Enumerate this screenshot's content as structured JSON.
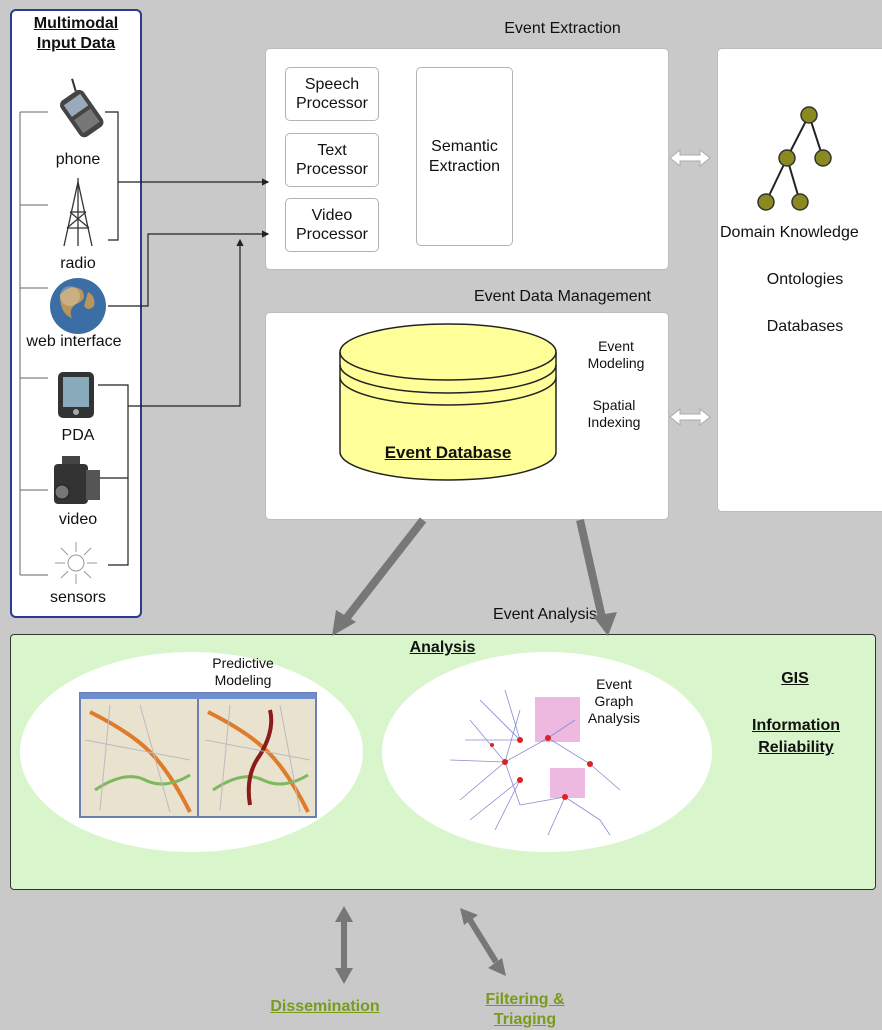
{
  "input_panel": {
    "title_line1": "Multimodal",
    "title_line2": "Input Data",
    "sources": [
      {
        "label": "phone",
        "icon": "phone-icon"
      },
      {
        "label": "radio",
        "icon": "radio-tower-icon"
      },
      {
        "label": "web interface",
        "icon": "globe-icon"
      },
      {
        "label": "PDA",
        "icon": "pda-icon"
      },
      {
        "label": "video",
        "icon": "video-camera-icon"
      },
      {
        "label": "sensors",
        "icon": "sensor-icon"
      }
    ]
  },
  "event_extraction": {
    "title": "Event Extraction",
    "speech": "Speech Processor",
    "text": "Text Processor",
    "video": "Video Processor",
    "semantic": "Semantic Extraction"
  },
  "domain_panel": {
    "knowledge": "Domain Knowledge",
    "ontologies": "Ontologies",
    "databases": "Databases",
    "icon": "tree-icon"
  },
  "event_data_management": {
    "title": "Event Data Management",
    "database_label": "Event Database",
    "modeling": "Event Modeling",
    "indexing": "Spatial Indexing"
  },
  "event_analysis": {
    "title": "Event Analysis",
    "analysis_heading": "Analysis",
    "predictive": "Predictive Modeling",
    "graph": "Event Graph Analysis",
    "gis": "GIS",
    "info_line1": "Information",
    "info_line2": "Reliability"
  },
  "outputs": {
    "dissemination": "Dissemination",
    "filtering_line1": "Filtering &",
    "filtering_line2": "Triaging"
  },
  "colors": {
    "analysis_bg": "#d9f5cc",
    "database_fill": "#ffff99",
    "output_link": "#7a9a1e",
    "panel_border": "#2a3a8c",
    "tree_node": "#8a8a20"
  }
}
